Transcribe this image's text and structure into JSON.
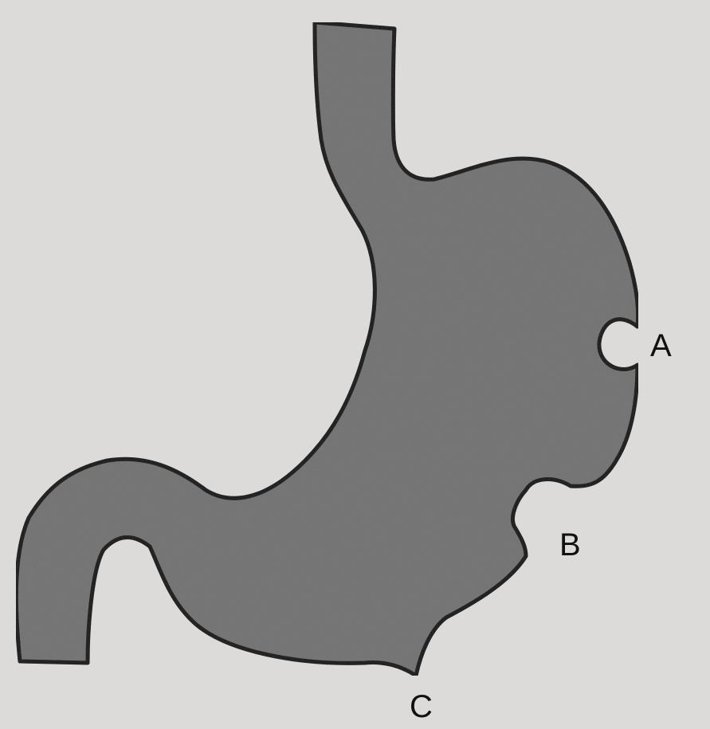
{
  "diagram": {
    "labels": {
      "a": "A",
      "b": "B",
      "c": "C"
    },
    "colors": {
      "background": "#dddbd9",
      "fill": "#7a7a7a",
      "outline": "#111111",
      "text": "#111111"
    }
  }
}
